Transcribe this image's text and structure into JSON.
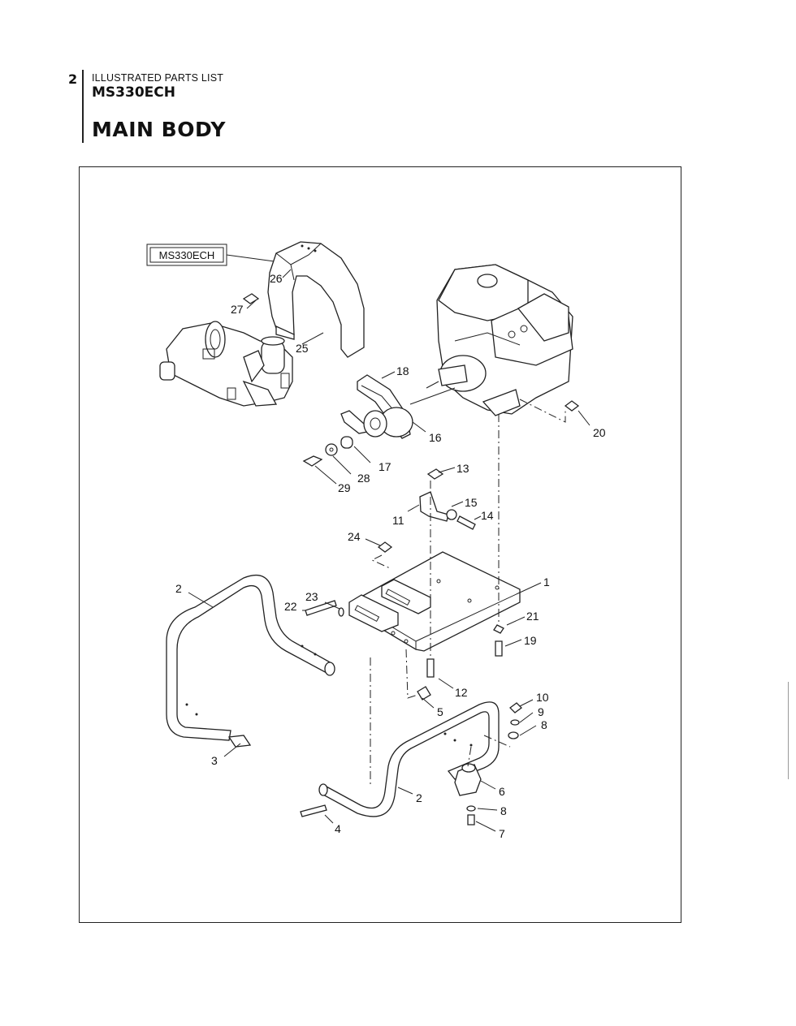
{
  "header": {
    "page_number": "2",
    "subtitle": "ILLUSTRATED PARTS LIST",
    "model": "MS330ECH",
    "section": "MAIN BODY"
  },
  "diagram": {
    "decal_text": "MS330ECH",
    "callouts": [
      "1",
      "2",
      "2",
      "3",
      "4",
      "5",
      "6",
      "7",
      "8",
      "8",
      "9",
      "10",
      "11",
      "12",
      "13",
      "14",
      "15",
      "16",
      "17",
      "18",
      "19",
      "20",
      "21",
      "22",
      "23",
      "24",
      "25",
      "26",
      "27",
      "28",
      "29"
    ]
  }
}
